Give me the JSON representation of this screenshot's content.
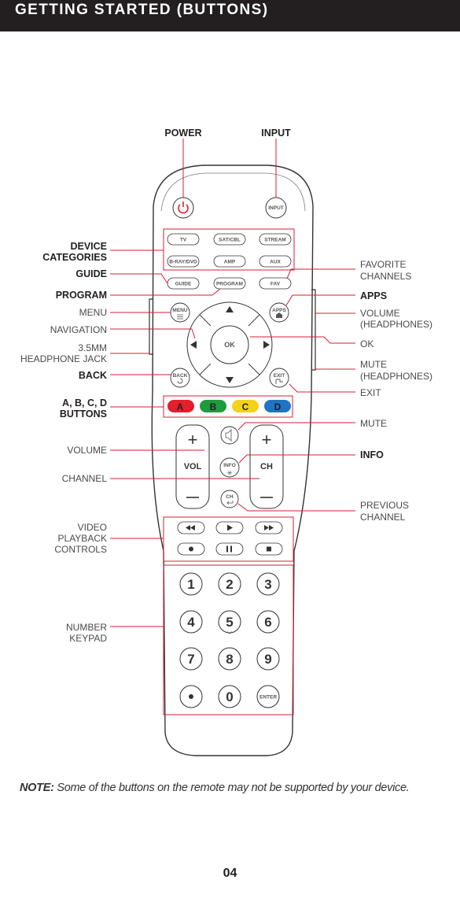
{
  "header": {
    "title": "GETTING STARTED (BUTTONS)"
  },
  "callouts_left": {
    "power": "POWER",
    "device_categories_1": "DEVICE",
    "device_categories_2": "CATEGORIES",
    "guide": "GUIDE",
    "program": "PROGRAM",
    "menu": "MENU",
    "navigation": "NAVIGATION",
    "jack_1": "3.5MM",
    "jack_2": "HEADPHONE JACK",
    "back": "BACK",
    "abcd_1": "A, B, C, D",
    "abcd_2": "BUTTONS",
    "volume": "VOLUME",
    "channel": "CHANNEL",
    "video_1": "VIDEO",
    "video_2": "PLAYBACK",
    "video_3": "CONTROLS",
    "keypad_1": "NUMBER",
    "keypad_2": "KEYPAD"
  },
  "callouts_right": {
    "input": "INPUT",
    "favorite_1": "FAVORITE",
    "favorite_2": "CHANNELS",
    "apps": "APPS",
    "volhp_1": "VOLUME",
    "volhp_2": "(HEADPHONES)",
    "ok": "OK",
    "mutehp_1": "MUTE",
    "mutehp_2": "(HEADPHONES)",
    "exit": "EXIT",
    "mute": "MUTE",
    "info": "INFO",
    "prev_1": "PREVIOUS",
    "prev_2": "CHANNEL"
  },
  "remote": {
    "input": "INPUT",
    "tv": "TV",
    "satcbl": "SAT/CBL",
    "stream": "STREAM",
    "bluray": "B-RAY/DVD",
    "amp": "AMP",
    "aux": "AUX",
    "guide": "GUIDE",
    "program": "PROGRAM",
    "fav": "FAV",
    "menu": "MENU",
    "apps": "APPS",
    "ok": "OK",
    "back": "BACK",
    "exit": "EXIT",
    "a": "A",
    "b": "B",
    "c": "C",
    "d": "D",
    "vol": "VOL",
    "ch": "CH",
    "info": "INFO",
    "chprev": "CH",
    "keys": [
      "1",
      "2",
      "3",
      "4",
      "5",
      "6",
      "7",
      "8",
      "9",
      "0"
    ],
    "enter": "ENTER"
  },
  "colors": {
    "a": "#e41e2b",
    "b": "#1f9a3e",
    "c": "#f3d21b",
    "d": "#1f74c4",
    "accent": "#d41f36"
  },
  "note": {
    "bold": "NOTE:",
    "text": " Some of the buttons on the remote may not be supported by your device."
  },
  "page_number": "04"
}
